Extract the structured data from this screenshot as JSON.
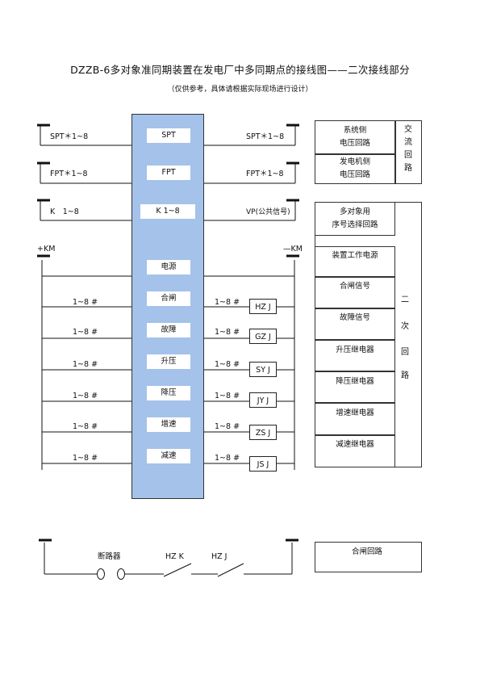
{
  "title": "DZZB-6多对象准同期装置在发电厂中多同期点的接线图——二次接线部分",
  "subtitle": "（仅供参考，具体请根据实际现场进行设计）",
  "rows": {
    "spt": {
      "left": "SPT＊1~8",
      "center": "SPT",
      "right": "SPT＊1~8"
    },
    "fpt": {
      "left": "FPT＊1~8",
      "center": "FPT",
      "right": "FPT＊1~8"
    },
    "k": {
      "left": "K　1~8",
      "center": "K 1~8",
      "right": "VP(公共信号)"
    }
  },
  "bus": {
    "left": "+KM",
    "right": "—KM"
  },
  "power_label": "电源",
  "signal_rows": [
    {
      "left": "1~8 #",
      "center": "合闸",
      "right": "1~8 #",
      "relay": "HZ J"
    },
    {
      "left": "1~8 #",
      "center": "故障",
      "right": "1~8 #",
      "relay": "GZ J"
    },
    {
      "left": "1~8 #",
      "center": "升压",
      "right": "1~8 #",
      "relay": "SY J"
    },
    {
      "left": "1~8 #",
      "center": "降压",
      "right": "1~8 #",
      "relay": "JY J"
    },
    {
      "left": "1~8 #",
      "center": "增速",
      "right": "1~8 #",
      "relay": "ZS J"
    },
    {
      "left": "1~8 #",
      "center": "减速",
      "right": "1~8 #",
      "relay": "JS J"
    }
  ],
  "legend": {
    "ac_items": [
      [
        "系统侧",
        "电压回路"
      ],
      [
        "发电机侧",
        "电压回路"
      ]
    ],
    "ac_group": [
      "交",
      "流",
      "回",
      "路"
    ],
    "sec_items": [
      [
        "多对象用",
        "序号选择回路"
      ],
      [
        "装置工作电源"
      ],
      [
        "合闸信号"
      ],
      [
        "故障信号"
      ],
      [
        "升压继电器"
      ],
      [
        "降压继电器"
      ],
      [
        "增速继电器"
      ],
      [
        "减速继电器"
      ]
    ],
    "sec_group": [
      "二",
      "次",
      "回",
      "路"
    ],
    "close_circuit": "合闸回路"
  },
  "breaker": {
    "label": "断路器",
    "hzk": "HZ K",
    "hzj": "HZ J"
  }
}
